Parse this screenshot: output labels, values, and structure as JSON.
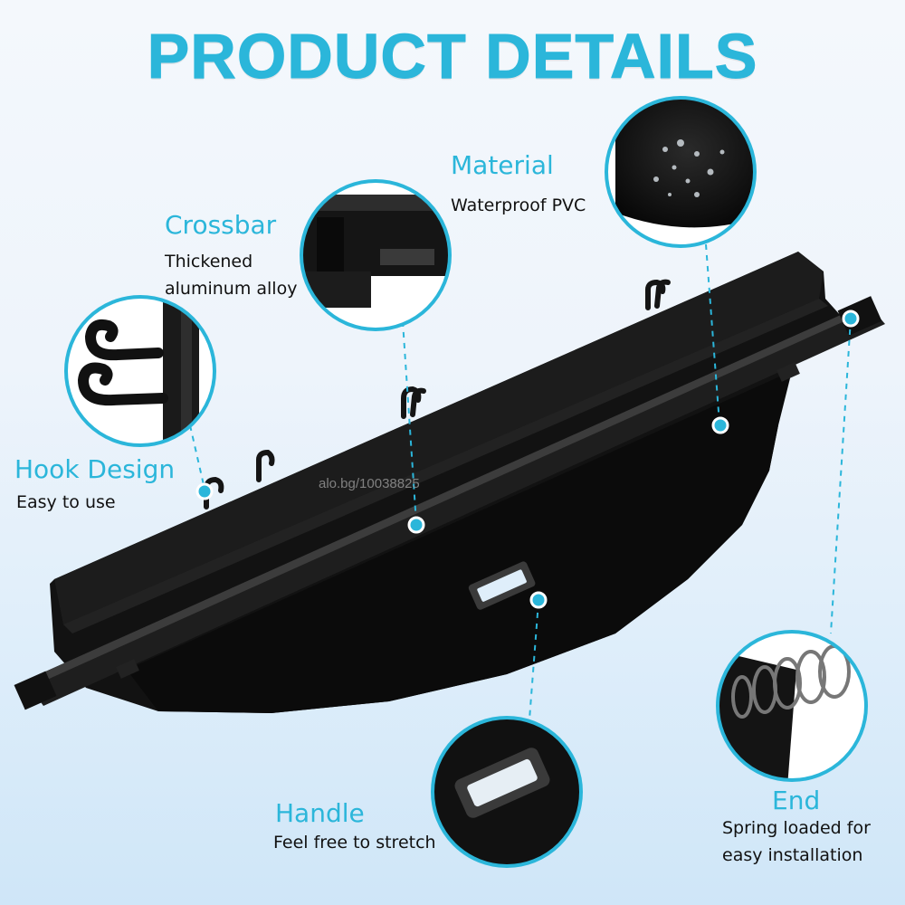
{
  "title": "PRODUCT DETAILS",
  "accent_color": "#2bb6da",
  "watermark": "alo.bg/10038825",
  "features": {
    "crossbar": {
      "label": "Crossbar",
      "desc_line1": "Thickened",
      "desc_line2": "aluminum alloy"
    },
    "material": {
      "label": "Material",
      "desc_line1": "Waterproof PVC"
    },
    "hook": {
      "label": "Hook Design",
      "desc_line1": "Easy to use"
    },
    "handle": {
      "label": "Handle",
      "desc_line1": "Feel free to stretch"
    },
    "end": {
      "label": "End",
      "desc_line1": "Spring loaded for",
      "desc_line2": "easy installation"
    }
  }
}
